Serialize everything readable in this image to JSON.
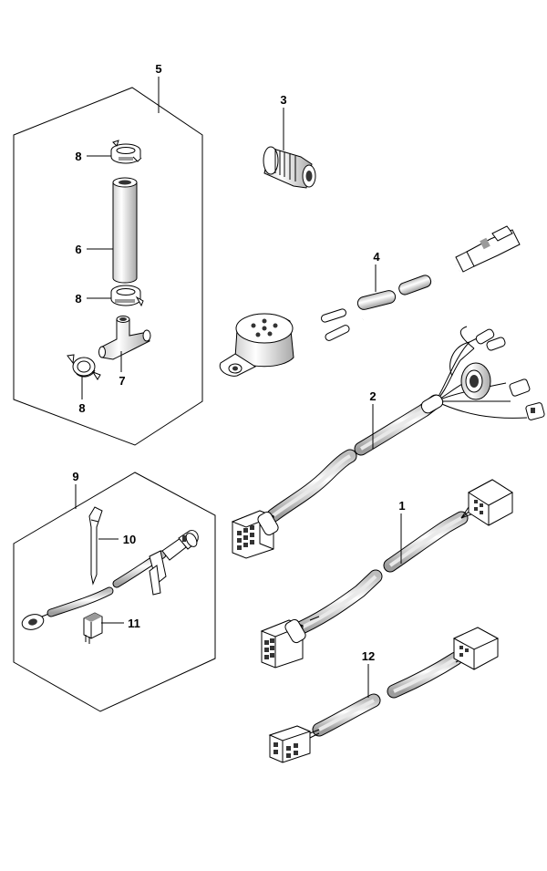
{
  "diagram": {
    "callouts": {
      "c1": "1",
      "c2": "2",
      "c3": "3",
      "c4": "4",
      "c5": "5",
      "c6": "6",
      "c7": "7",
      "c8a": "8",
      "c8b": "8",
      "c8c": "8",
      "c9": "9",
      "c10": "10",
      "c11": "11",
      "c12": "12"
    }
  }
}
